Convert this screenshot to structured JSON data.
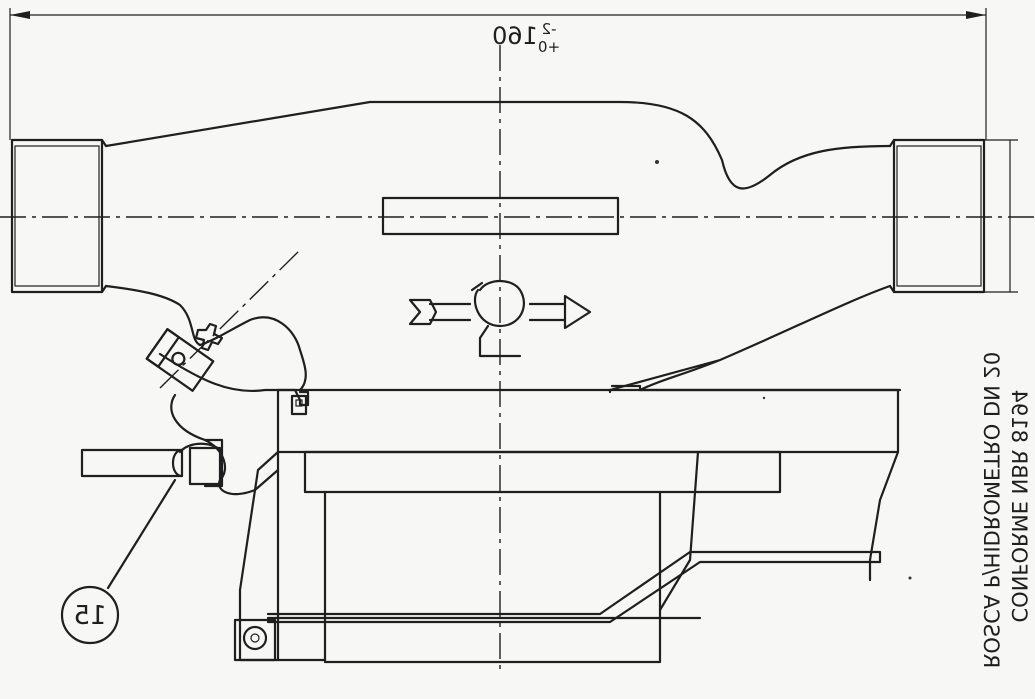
{
  "dimension": {
    "value": "160",
    "tol_upper": "-2",
    "tol_lower": "+0"
  },
  "note": {
    "line1": "CONFORME NBR 8194",
    "line2": "ROSCA P/HIDROMETRO DN 20"
  },
  "balloon": {
    "label": "15"
  }
}
